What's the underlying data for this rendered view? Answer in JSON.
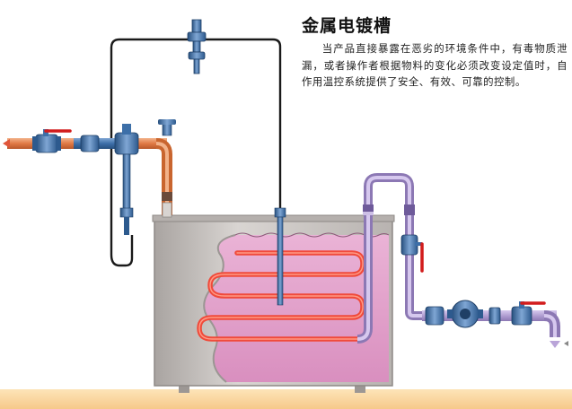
{
  "title": "金属电镀槽",
  "description": "当产品直接暴露在恶劣的环境条件中，有毒物质泄漏，或者操作者根据物料的变化必须改变设定值时，自作用温控系统提供了安全、有效、可靠的控制。",
  "colors": {
    "tank_body": "#c9c4c1",
    "tank_liquid": "#e3a0cc",
    "heating_coil": "#f04a3a",
    "steam_pipe": "#e2905c",
    "return_pipe": "#b9a4d8",
    "valve_blue": "#3d6fa8",
    "valve_red": "#d21c1c",
    "capillary": "#1a1a1a",
    "floor": "#f8d29c"
  },
  "components": {
    "inlet_arrow_icon": "inlet-flow-arrow",
    "outlet_arrow_icon": "outlet-flow-arrow",
    "temperature_regulator": "temperature-regulator-valve",
    "steam_trap": "steam-trap"
  }
}
